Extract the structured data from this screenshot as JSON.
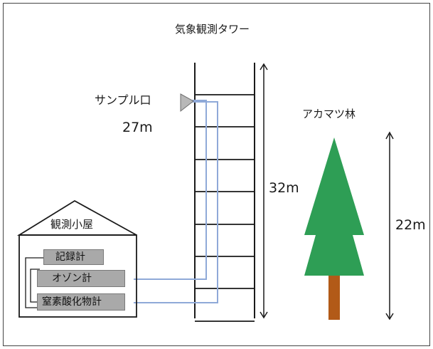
{
  "tower": {
    "title": "気象観測タワー",
    "height_label": "32m",
    "rungs": 8
  },
  "sample_inlet": {
    "label": "サンプル口",
    "height_label": "27m"
  },
  "forest": {
    "label": "アカマツ林",
    "height_label": "22m"
  },
  "hut": {
    "label": "観測小屋",
    "instruments": [
      "記録計",
      "オゾン計",
      "窒素酸化物計"
    ]
  },
  "colors": {
    "frame": "#444444",
    "line": "#1a1a1a",
    "tube": "#8fa9d8",
    "tree_crown": "#2e9e55",
    "tree_trunk": "#b25a18",
    "instrument": "#a9a9a9",
    "inlet": "#b8b8b8"
  }
}
